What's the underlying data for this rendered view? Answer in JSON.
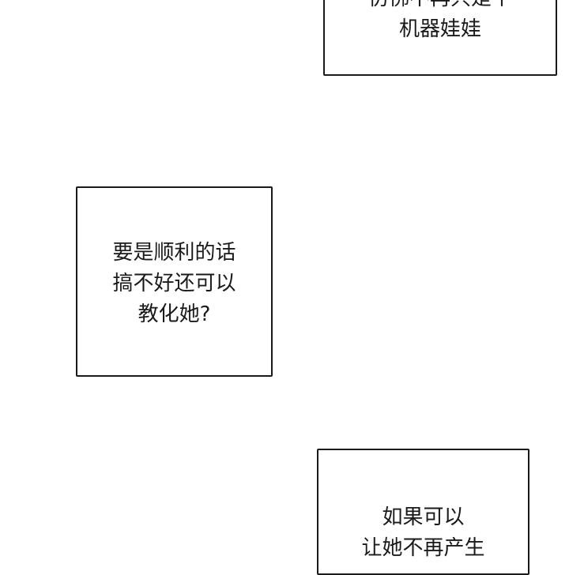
{
  "panels": [
    {
      "lines": [
        "仿佛不再只是个",
        "机器娃娃"
      ]
    },
    {
      "lines": [
        "要是顺利的话",
        "搞不好还可以",
        "教化她?"
      ]
    },
    {
      "lines": [
        "如果可以",
        "让她不再产生"
      ]
    }
  ]
}
